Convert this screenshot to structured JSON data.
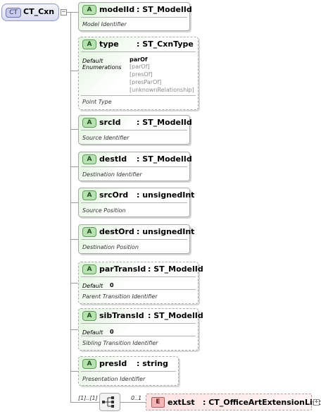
{
  "root": {
    "badge": "CT",
    "name": "CT_Cxn",
    "toggle": "−"
  },
  "attributes": [
    {
      "name": "modelId",
      "type": ": ST_ModelId",
      "description": "Model Identifier"
    },
    {
      "name": "type",
      "type": ": ST_CxnType",
      "default_label": "Default",
      "default_value": "parOf",
      "enumerations_label": "Enumerations",
      "enumerations": [
        "[parOf]",
        "[presOf]",
        "[presParOf]",
        "[unknownRelationship]"
      ],
      "description": "Point Type"
    },
    {
      "name": "srcId",
      "type": ": ST_ModelId",
      "description": "Source Identifier"
    },
    {
      "name": "destId",
      "type": ": ST_ModelId",
      "description": "Destination Identifier"
    },
    {
      "name": "srcOrd",
      "type": ": unsignedInt",
      "description": "Source Position"
    },
    {
      "name": "destOrd",
      "type": ": unsignedInt",
      "description": "Destination Position"
    },
    {
      "name": "parTransId",
      "type": ": ST_ModelId",
      "default_label": "Default",
      "default_value": "0",
      "description": "Parent Transition Identifier"
    },
    {
      "name": "sibTransId",
      "type": ": ST_ModelId",
      "default_label": "Default",
      "default_value": "0",
      "description": "Sibling Transition Identifier"
    },
    {
      "name": "presId",
      "type": ": string",
      "description": "Presentation Identifier"
    }
  ],
  "attribute_badge": "A",
  "sequence": {
    "cardinality": "[1]..[1]"
  },
  "element": {
    "badge": "E",
    "name": "extLst",
    "type": ": CT_OfficeArtExtensionList",
    "cardinality": "0..1",
    "toggle": "+"
  }
}
